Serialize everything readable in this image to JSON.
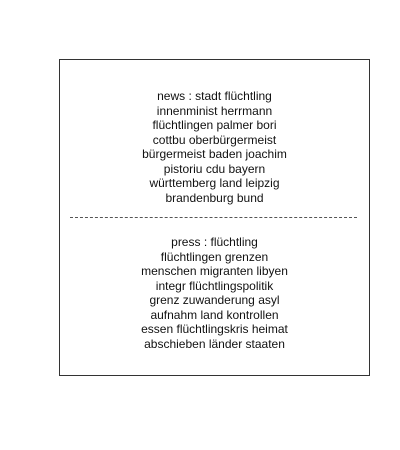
{
  "panels": [
    {
      "lines": [
        "news : stadt flüchtling",
        "innenminist herrmann",
        "flüchtlingen palmer bori",
        "cottbu oberbürgermeist",
        "bürgermeist baden joachim",
        "pistoriu cdu bayern",
        "württemberg land leipzig",
        "brandenburg bund"
      ]
    },
    {
      "lines": [
        "press : flüchtling",
        "flüchtlingen grenzen",
        "menschen migranten libyen",
        "integr flüchtlingspolitik",
        "grenz zuwanderung asyl",
        "aufnahm land kontrollen",
        "essen flüchtlingskris heimat",
        "abschieben länder staaten"
      ]
    }
  ]
}
